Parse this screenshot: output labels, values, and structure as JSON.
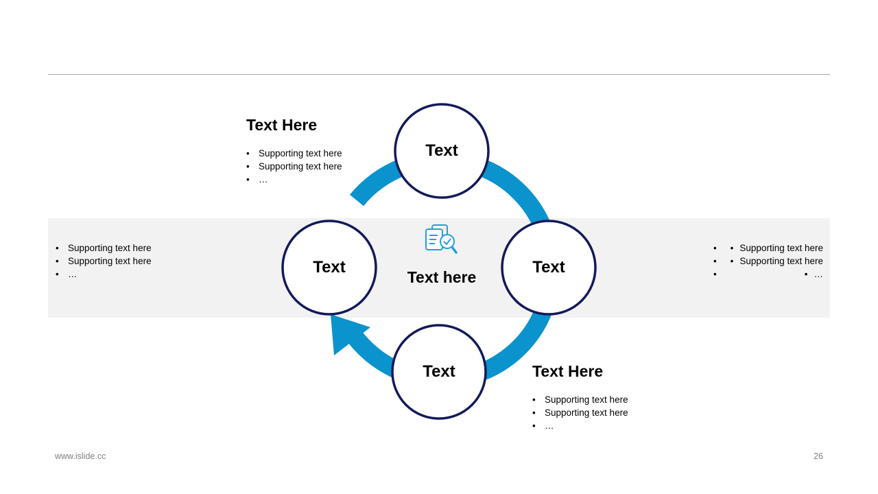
{
  "center": {
    "title": "Text here",
    "icon": "document-search-icon"
  },
  "nodes": [
    {
      "id": "top",
      "label": "Text"
    },
    {
      "id": "right",
      "label": "Text"
    },
    {
      "id": "bottom",
      "label": "Text"
    },
    {
      "id": "left",
      "label": "Text"
    }
  ],
  "blocks": {
    "top_left": {
      "title": "Text Here",
      "bullets": [
        "Supporting text here",
        "Supporting text here",
        "…"
      ]
    },
    "left": {
      "bullets": [
        "Supporting text here",
        "Supporting text here",
        "…"
      ]
    },
    "right": {
      "bullets": [
        "Supporting text here",
        "Supporting text here",
        "…"
      ]
    },
    "bottom_right": {
      "title": "Text Here",
      "bullets": [
        "Supporting text here",
        "Supporting text here",
        "…"
      ]
    }
  },
  "footer": {
    "website": "www.islide.cc",
    "page_number": "26"
  },
  "colors": {
    "ring": "#0a93cc",
    "node_border": "#14195a",
    "band": "#f2f2f2",
    "icon": "#1ea0dc"
  }
}
